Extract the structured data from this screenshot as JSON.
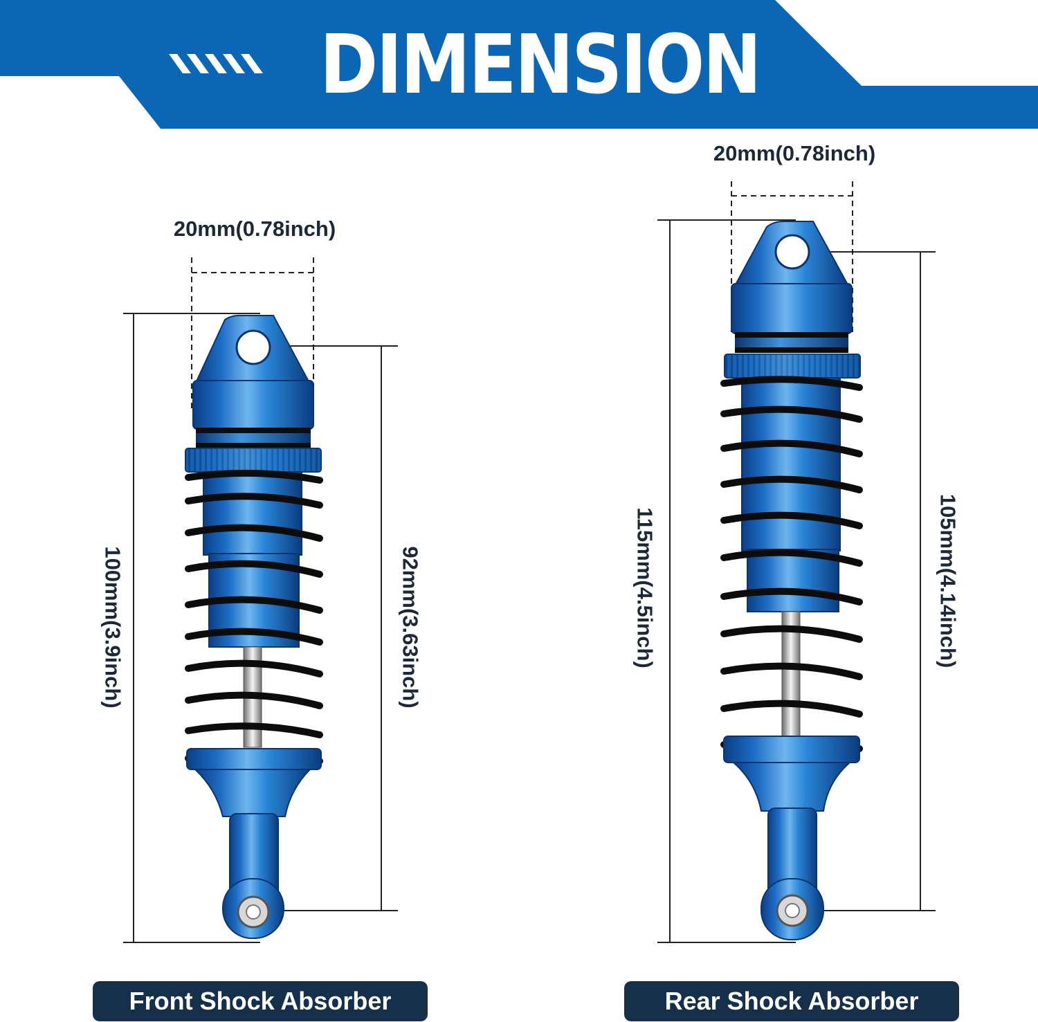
{
  "header": {
    "title": "DIMENSION",
    "accent_color": "#0b66b5",
    "icon": "chevron-stripes-icon"
  },
  "front": {
    "width_label": "20mm(0.78inch)",
    "overall_length_label": "100mm(3.9inch)",
    "eye_to_eye_label": "92mm(3.63inch)",
    "name": "Front Shock Absorber"
  },
  "rear": {
    "width_label": "20mm(0.78inch)",
    "overall_length_label": "115mm(4.5inch)",
    "eye_to_eye_label": "105mm(4.14inch)",
    "name": "Rear Shock Absorber"
  },
  "colors": {
    "shock_blue": "#1f73c4",
    "spring_black": "#111111",
    "badge_navy": "#162f4b",
    "text_dark": "#1c2838"
  }
}
